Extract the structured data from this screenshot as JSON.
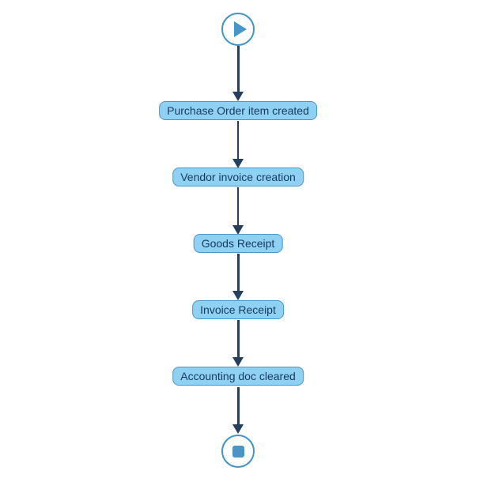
{
  "diagram": {
    "type": "flowchart",
    "direction": "top-to-bottom",
    "start_node": {
      "name": "start",
      "icon": "play-icon"
    },
    "end_node": {
      "name": "end",
      "icon": "stop-icon"
    },
    "nodes": [
      {
        "label": "Purchase Order item created"
      },
      {
        "label": "Vendor invoice creation"
      },
      {
        "label": "Goods Receipt"
      },
      {
        "label": "Invoice Receipt"
      },
      {
        "label": "Accounting doc cleared"
      }
    ],
    "edges": [
      {
        "from": "start",
        "to": "Purchase Order item created",
        "thickness": "thick"
      },
      {
        "from": "Purchase Order item created",
        "to": "Vendor invoice creation",
        "thickness": "thin"
      },
      {
        "from": "Vendor invoice creation",
        "to": "Goods Receipt",
        "thickness": "thin"
      },
      {
        "from": "Goods Receipt",
        "to": "Invoice Receipt",
        "thickness": "thick"
      },
      {
        "from": "Invoice Receipt",
        "to": "Accounting doc cleared",
        "thickness": "thick"
      },
      {
        "from": "Accounting doc cleared",
        "to": "end",
        "thickness": "thick"
      }
    ],
    "colors": {
      "node_fill": "#8ed1f3",
      "node_border": "#4a94c6",
      "node_text": "#17395e",
      "edge": "#24405c",
      "terminal_border": "#3f94c8",
      "terminal_icon": "#4a94c6",
      "background": "#ffffff"
    }
  }
}
